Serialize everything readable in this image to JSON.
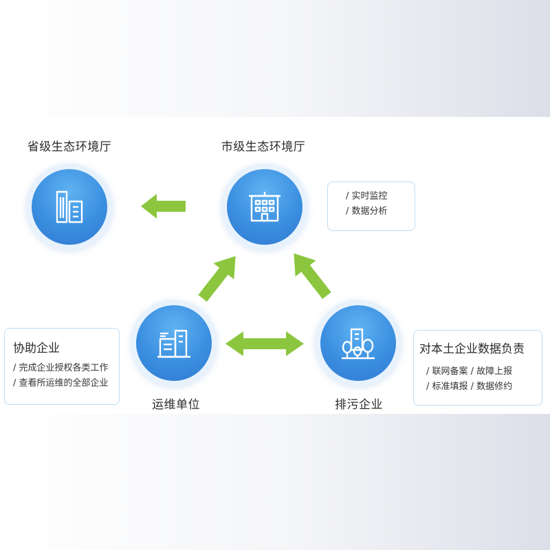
{
  "nodes": {
    "province": {
      "title": "省级生态环境厅",
      "icon": "tall-building-icon"
    },
    "city": {
      "title": "市级生态环境厅",
      "icon": "office-building-icon"
    },
    "ops": {
      "title": "运维单位",
      "icon": "company-building-icon"
    },
    "enterprise": {
      "title": "排污企业",
      "icon": "buildings-trees-icon"
    }
  },
  "boxes": {
    "city": {
      "lines": [
        "/ 实时监控",
        "/ 数据分析"
      ]
    },
    "ops": {
      "title": "协助企业",
      "lines": [
        "/ 完成企业授权各类工作",
        "/ 查看所运维的全部企业"
      ]
    },
    "enterprise": {
      "title": "对本土企业数据负责",
      "lines": [
        "/ 联网备案  / 故障上报",
        "/ 标准填报  / 数据修约"
      ]
    }
  },
  "colors": {
    "arrow_green": "#8cc63e",
    "circle_blue": "#3b8fe0",
    "box_border": "#bcdcf2"
  }
}
